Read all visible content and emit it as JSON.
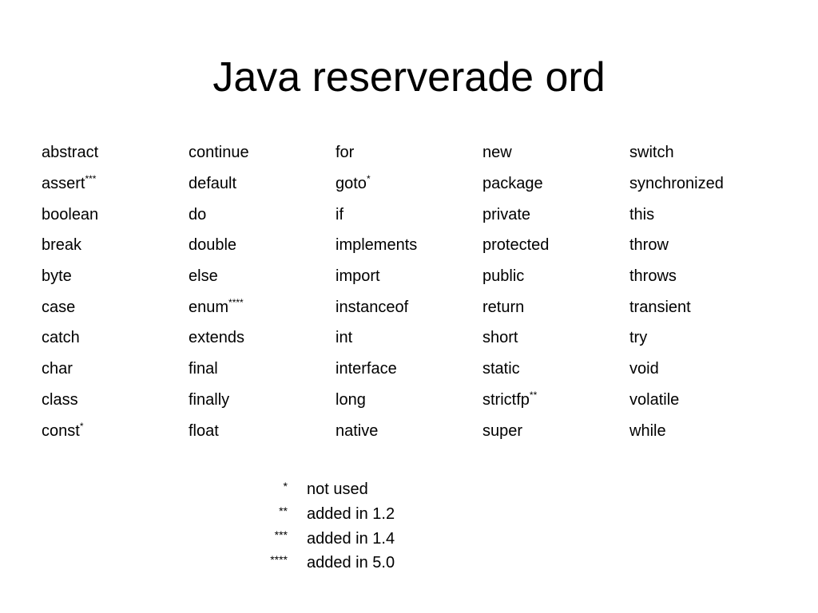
{
  "slide": {
    "title": "Java reserverade ord"
  },
  "keywords": [
    [
      {
        "word": "abstract",
        "mark": ""
      },
      {
        "word": "continue",
        "mark": ""
      },
      {
        "word": "for",
        "mark": ""
      },
      {
        "word": "new",
        "mark": ""
      },
      {
        "word": "switch",
        "mark": ""
      }
    ],
    [
      {
        "word": "assert",
        "mark": "***"
      },
      {
        "word": "default",
        "mark": ""
      },
      {
        "word": "goto",
        "mark": "*"
      },
      {
        "word": "package",
        "mark": ""
      },
      {
        "word": "synchronized",
        "mark": ""
      }
    ],
    [
      {
        "word": "boolean",
        "mark": ""
      },
      {
        "word": "do",
        "mark": ""
      },
      {
        "word": "if",
        "mark": ""
      },
      {
        "word": "private",
        "mark": ""
      },
      {
        "word": "this",
        "mark": ""
      }
    ],
    [
      {
        "word": "break",
        "mark": ""
      },
      {
        "word": "double",
        "mark": ""
      },
      {
        "word": "implements",
        "mark": ""
      },
      {
        "word": "protected",
        "mark": ""
      },
      {
        "word": "throw",
        "mark": ""
      }
    ],
    [
      {
        "word": "byte",
        "mark": ""
      },
      {
        "word": "else",
        "mark": ""
      },
      {
        "word": "import",
        "mark": ""
      },
      {
        "word": "public",
        "mark": ""
      },
      {
        "word": "throws",
        "mark": ""
      }
    ],
    [
      {
        "word": "case",
        "mark": ""
      },
      {
        "word": "enum",
        "mark": "****"
      },
      {
        "word": "instanceof",
        "mark": ""
      },
      {
        "word": "return",
        "mark": ""
      },
      {
        "word": "transient",
        "mark": ""
      }
    ],
    [
      {
        "word": "catch",
        "mark": ""
      },
      {
        "word": "extends",
        "mark": ""
      },
      {
        "word": "int",
        "mark": ""
      },
      {
        "word": "short",
        "mark": ""
      },
      {
        "word": "try",
        "mark": ""
      }
    ],
    [
      {
        "word": "char",
        "mark": ""
      },
      {
        "word": "final",
        "mark": ""
      },
      {
        "word": "interface",
        "mark": ""
      },
      {
        "word": "static",
        "mark": ""
      },
      {
        "word": "void",
        "mark": ""
      }
    ],
    [
      {
        "word": "class",
        "mark": ""
      },
      {
        "word": "finally",
        "mark": ""
      },
      {
        "word": "long",
        "mark": ""
      },
      {
        "word": "strictfp",
        "mark": "**"
      },
      {
        "word": "volatile",
        "mark": ""
      }
    ],
    [
      {
        "word": "const",
        "mark": "*"
      },
      {
        "word": "float",
        "mark": ""
      },
      {
        "word": "native",
        "mark": ""
      },
      {
        "word": "super",
        "mark": ""
      },
      {
        "word": "while",
        "mark": ""
      }
    ]
  ],
  "legend": [
    {
      "mark": "*",
      "text": "not used"
    },
    {
      "mark": "**",
      "text": "added in 1.2"
    },
    {
      "mark": "***",
      "text": "added in 1.4"
    },
    {
      "mark": "****",
      "text": "added in 5.0"
    }
  ]
}
